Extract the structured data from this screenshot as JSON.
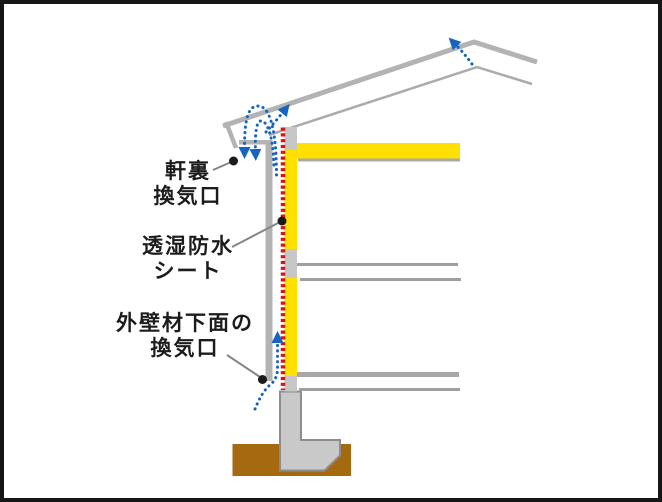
{
  "labels": {
    "eave_vent": {
      "line1": "軒裏",
      "line2": "換気口"
    },
    "moisture_sheet": {
      "line1": "透湿防水",
      "line2": "シート"
    },
    "wall_bottom_vent": {
      "line1": "外壁材下面の",
      "line2": "換気口"
    }
  },
  "colors": {
    "insulation_yellow": "#ffe000",
    "waterproof_sheet_red": "#d81414",
    "airflow_blue": "#1565c0",
    "structure_gray": "#b3b3b3",
    "concrete_gray": "#c9c9c9",
    "soil_brown": "#a5690f",
    "frame_black": "#161616"
  }
}
